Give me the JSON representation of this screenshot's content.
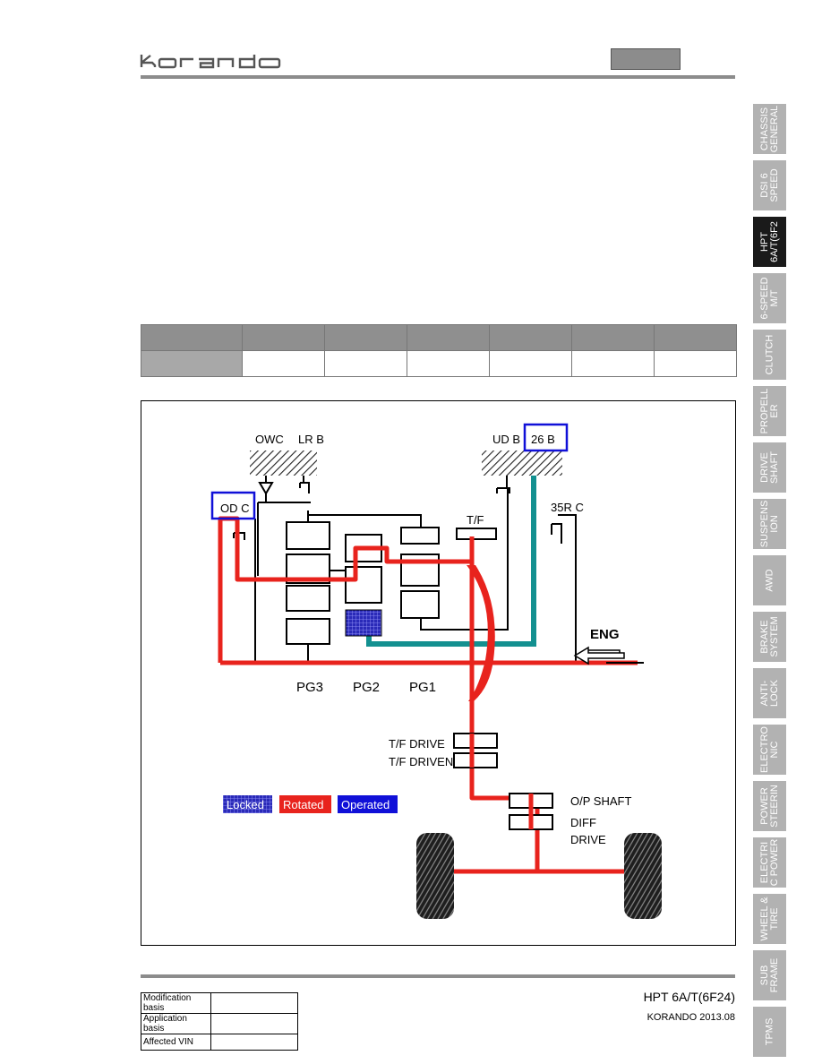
{
  "header": {
    "brand": "korando"
  },
  "side_tabs": [
    {
      "lines": [
        "CHASSIS",
        "GENERAL"
      ],
      "active": false
    },
    {
      "lines": [
        "DSI 6",
        "SPEED"
      ],
      "active": false
    },
    {
      "lines": [
        "HPT",
        "6A/T(6F2"
      ],
      "active": true
    },
    {
      "lines": [
        "6-SPEED",
        "M/T"
      ],
      "active": false
    },
    {
      "lines": [
        "CLUTCH"
      ],
      "active": false
    },
    {
      "lines": [
        "PROPELL",
        "ER"
      ],
      "active": false
    },
    {
      "lines": [
        "DRIVE",
        "SHAFT"
      ],
      "active": false
    },
    {
      "lines": [
        "SUSPENS",
        "ION"
      ],
      "active": false
    },
    {
      "lines": [
        "AWD"
      ],
      "active": false
    },
    {
      "lines": [
        "BRAKE",
        "SYSTEM"
      ],
      "active": false
    },
    {
      "lines": [
        "ANTI-",
        "LOCK"
      ],
      "active": false
    },
    {
      "lines": [
        "ELECTRO",
        "NIC"
      ],
      "active": false
    },
    {
      "lines": [
        "POWER",
        "STEERIN"
      ],
      "active": false
    },
    {
      "lines": [
        "ELECTRI",
        "C POWER"
      ],
      "active": false
    },
    {
      "lines": [
        "WHEEL &",
        "TIRE"
      ],
      "active": false
    },
    {
      "lines": [
        "SUB",
        "FRAME"
      ],
      "active": false
    },
    {
      "lines": [
        "TPMS"
      ],
      "active": false
    }
  ],
  "diagram": {
    "labels": {
      "owc": "OWC",
      "lr_b": "LR B",
      "ud_b": "UD B",
      "b26": "26 B",
      "od_c": "OD C",
      "r35_c": "35R C",
      "tf": "T/F",
      "eng": "ENG",
      "pg3": "PG3",
      "pg2": "PG2",
      "pg1": "PG1",
      "tf_drive": "T/F DRIVE",
      "tf_driven": "T/F DRIVEN",
      "op_shaft": "O/P SHAFT",
      "diff": "DIFF",
      "drive": "DRIVE"
    },
    "legend": {
      "locked": "Locked",
      "rotated": "Rotated",
      "operated": "Operated"
    },
    "colors": {
      "rotated": "#e8231d",
      "operated": "#1010d8",
      "locked": "#1c1c8c",
      "teal": "#139090"
    }
  },
  "footer": {
    "title": "HPT 6A/T(6F24)",
    "date": "KORANDO 2013.08",
    "info": [
      {
        "label": "Modification basis",
        "value": ""
      },
      {
        "label": "Application basis",
        "value": ""
      },
      {
        "label": "Affected VIN",
        "value": ""
      }
    ]
  }
}
